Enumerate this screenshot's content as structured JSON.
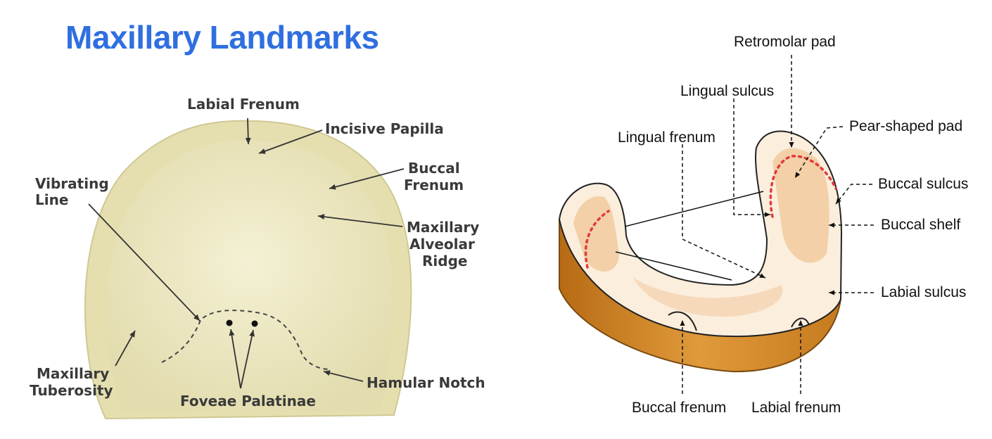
{
  "title": "Maxillary Landmarks",
  "colors": {
    "title": "#2f6fe0",
    "cast_fill": "#efecc6",
    "cast_shadow": "#d9d4a2",
    "model_base": "#c97d1f",
    "model_tissue": "#f6d7b6",
    "dotted_line": "#e23a3a"
  },
  "maxillary_labels": {
    "labial_frenum": "Labial Frenum",
    "incisive_papilla": "Incisive Papilla",
    "buccal_frenum_line1": "Buccal",
    "buccal_frenum_line2": "Frenum",
    "vibrating_line_line1": "Vibrating",
    "vibrating_line_line2": "Line",
    "alveolar_ridge_line1": "Maxillary",
    "alveolar_ridge_line2": "Alveolar",
    "alveolar_ridge_line3": "Ridge",
    "tuberosity_line1": "Maxillary",
    "tuberosity_line2": "Tuberosity",
    "foveae_palatinae": "Foveae Palatinae",
    "hamular_notch": "Hamular Notch"
  },
  "mandibular_labels": {
    "retromolar_pad": "Retromolar pad",
    "lingual_sulcus": "Lingual sulcus",
    "lingual_frenum": "Lingual frenum",
    "pear_shaped_pad": "Pear-shaped pad",
    "buccal_sulcus": "Buccal sulcus",
    "buccal_shelf": "Buccal shelf",
    "labial_sulcus": "Labial sulcus",
    "buccal_frenum": "Buccal frenum",
    "labial_frenum": "Labial frenum"
  }
}
